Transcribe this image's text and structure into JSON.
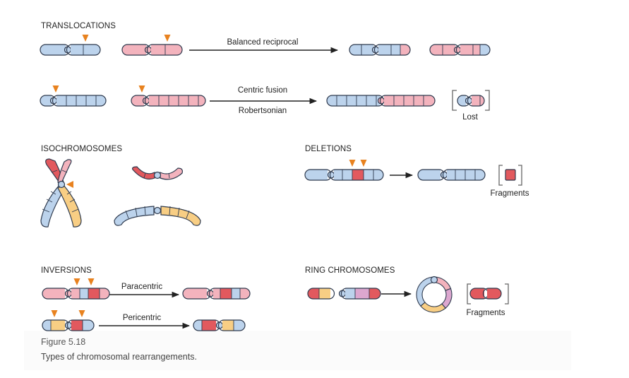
{
  "colors": {
    "blue": "#bcd3ec",
    "pink": "#f3b3bd",
    "red": "#e2595e",
    "yellow": "#f8ce84",
    "purple": "#dca7cf",
    "outline": "#2e3a4e",
    "arrow_marker": "#e8821f"
  },
  "sections": {
    "translocations": "TRANSLOCATIONS",
    "isochromosomes": "ISOCHROMOSOMES",
    "deletions": "DELETIONS",
    "inversions": "INVERSIONS",
    "ring_chromosomes": "RING CHROMOSOMES"
  },
  "labels": {
    "balanced_reciprocal": "Balanced reciprocal",
    "centric_fusion": "Centric fusion",
    "robertsonian": "Robertsonian",
    "lost": "Lost",
    "fragments_deletion": "Fragments",
    "paracentric": "Paracentric",
    "pericentric": "Pericentric",
    "fragments_ring": "Fragments"
  },
  "icons": [
    "breakpoint-arrow-icon",
    "centromere-icon",
    "process-arrow-icon"
  ],
  "figure": {
    "number": "Figure 5.18",
    "caption": "Types of chromosomal rearrangements."
  }
}
